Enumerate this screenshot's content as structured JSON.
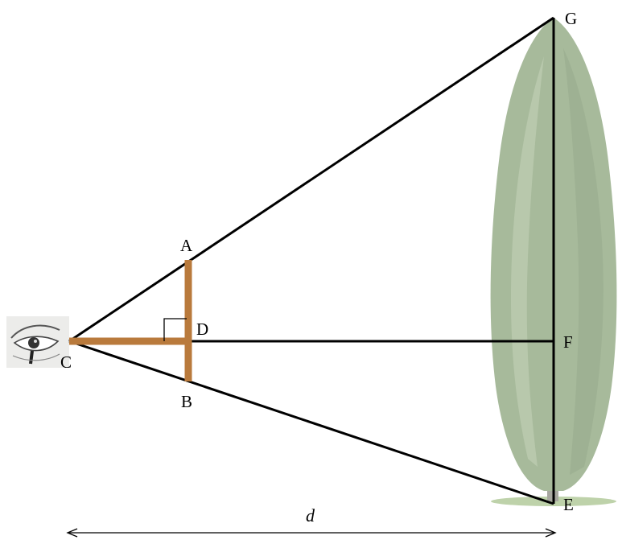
{
  "diagram": {
    "points": {
      "A": "A",
      "B": "B",
      "C": "C",
      "D": "D",
      "E": "E",
      "F": "F",
      "G": "G"
    },
    "distance_label": "d",
    "colors": {
      "lines": "#000000",
      "cross_staff": "#b97a3c",
      "tree_foliage": "#8aa37a",
      "tree_trunk": "#8a8a80",
      "ground": "#a9c48e"
    },
    "icons": {
      "observer": "eye-icon",
      "object": "tree-icon"
    }
  }
}
